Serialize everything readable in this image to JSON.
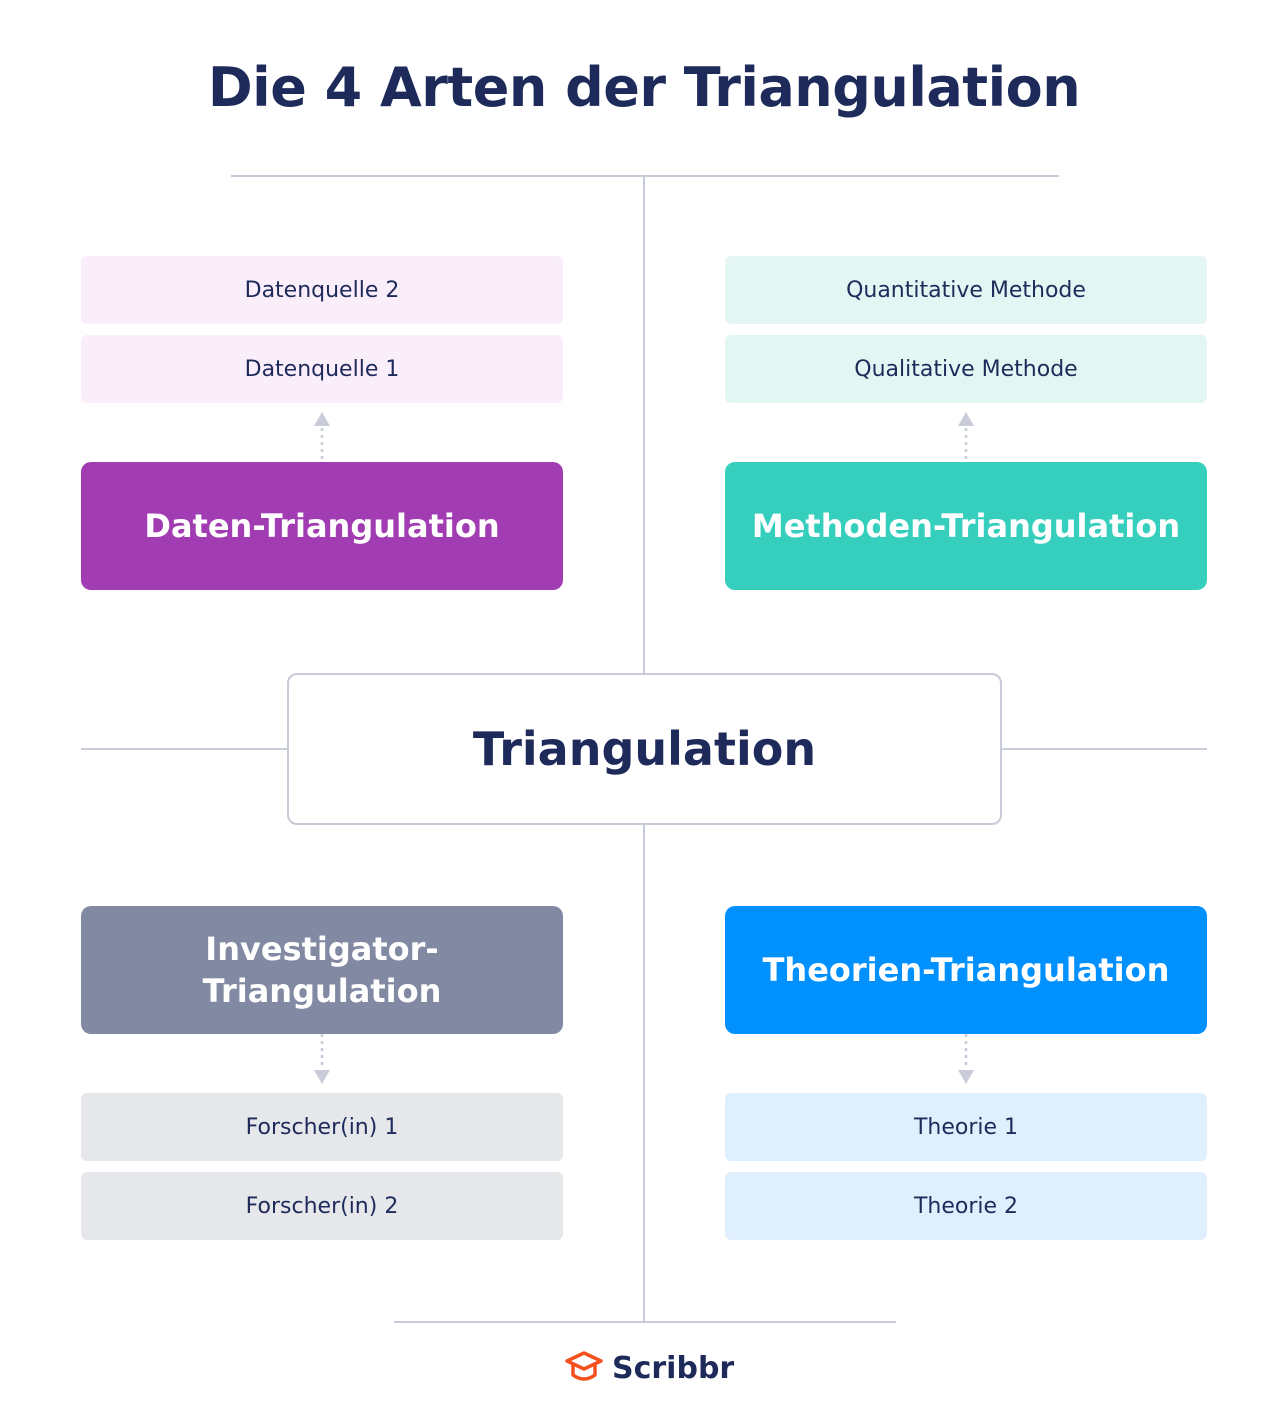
{
  "title": "Die 4 Arten der Triangulation",
  "center_label": "Triangulation",
  "quadrants": {
    "top_left": {
      "main_label": "Daten-Triangulation",
      "items": [
        "Datenquelle 2",
        "Datenquelle 1"
      ]
    },
    "top_right": {
      "main_label": "Methoden-Triangulation",
      "items": [
        "Quantitative Methode",
        "Qualitative Methode"
      ]
    },
    "bottom_left": {
      "main_label": "Investigator-\nTriangulation",
      "items": [
        "Forscher(in) 1",
        "Forscher(in) 2"
      ]
    },
    "bottom_right": {
      "main_label": "Theorien-Triangulation",
      "items": [
        "Theorie 1",
        "Theorie 2"
      ]
    }
  },
  "colors": {
    "daten": "#a23cb2",
    "methoden": "#36cfbe",
    "investigator": "#8289a3",
    "theorien": "#0091ff",
    "text_dark": "#1e2a5a",
    "brand_orange": "#f4511e"
  },
  "brand": {
    "name": "Scribbr",
    "icon": "graduation-cap-icon"
  }
}
